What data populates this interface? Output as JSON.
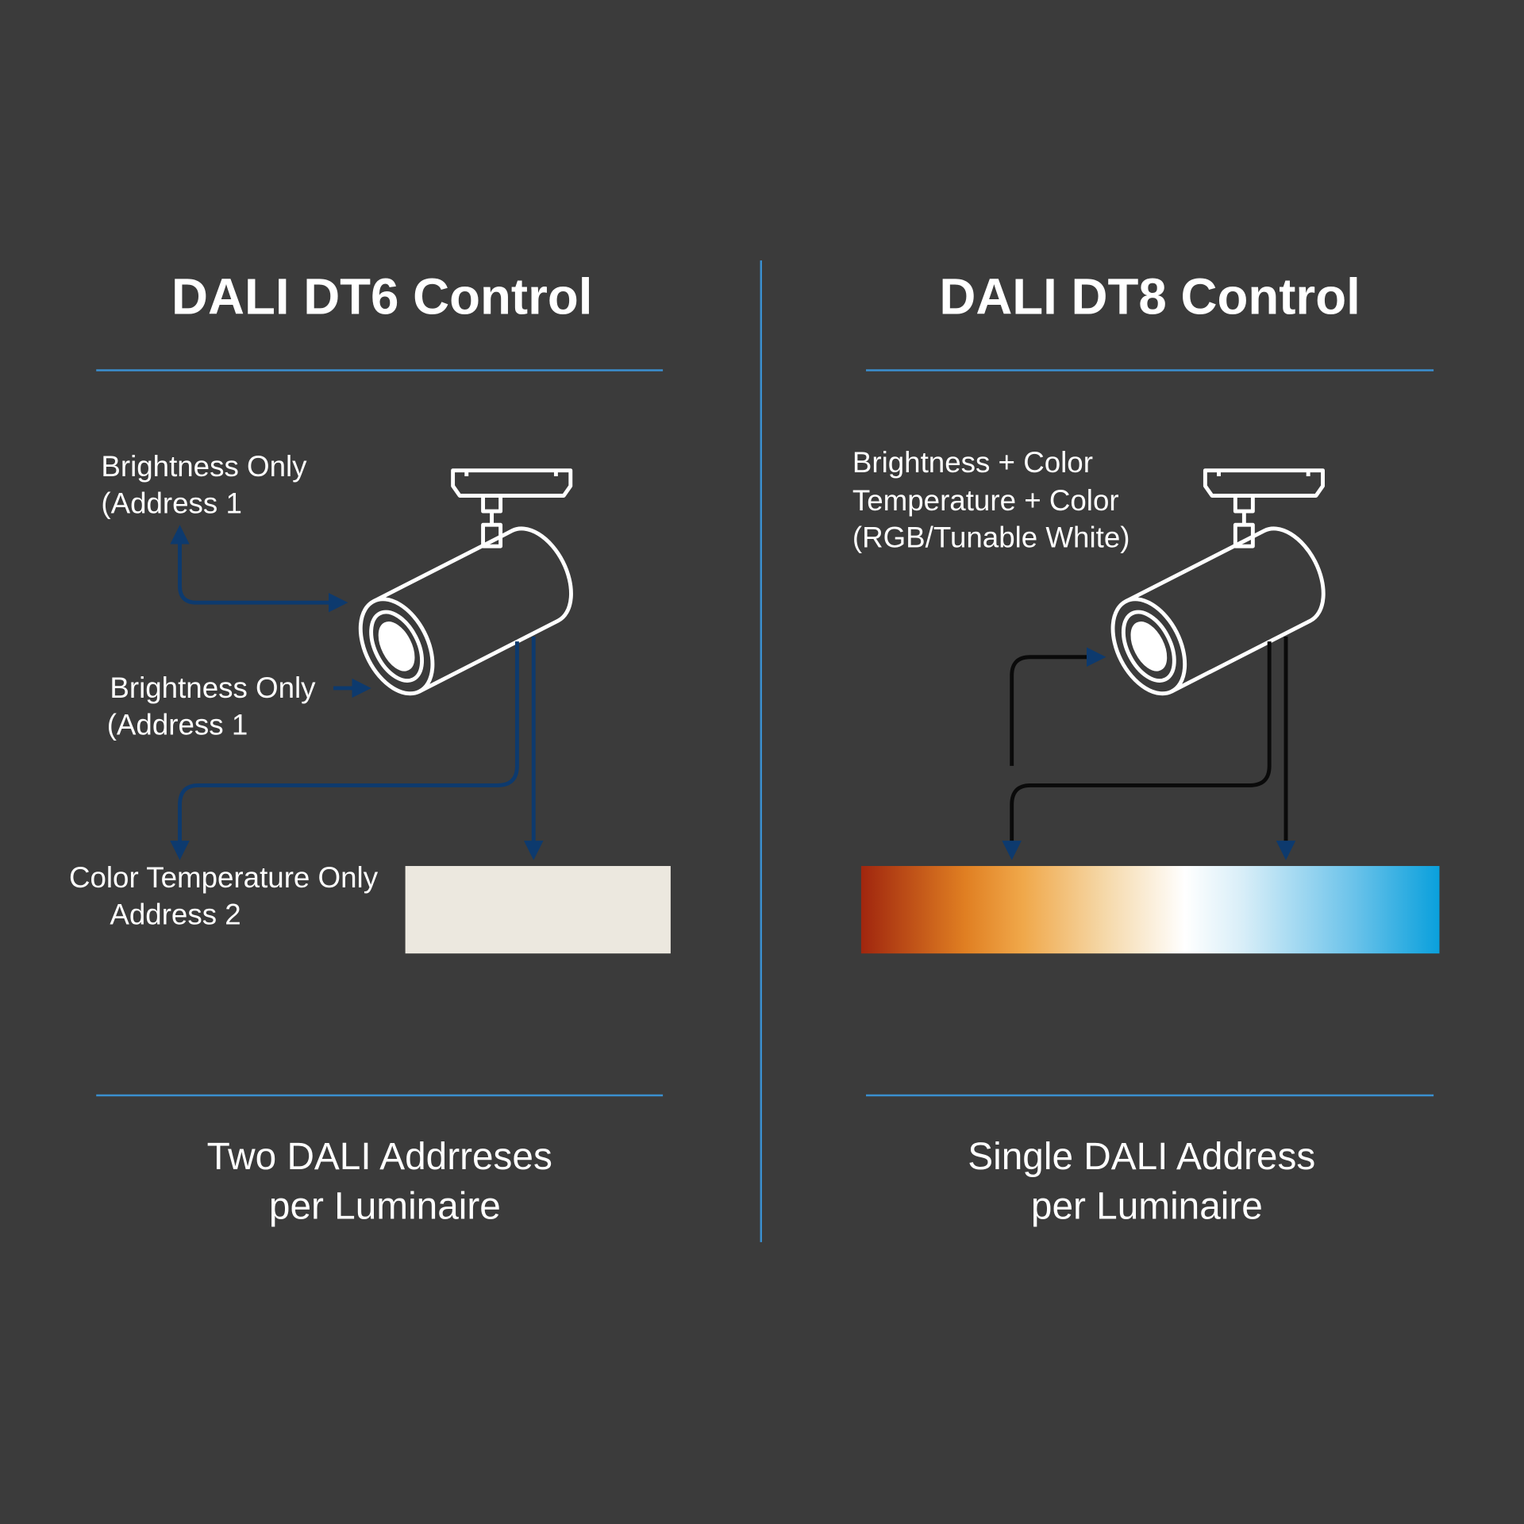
{
  "left_panel": {
    "title": "DALI DT6 Control",
    "label_top": [
      "Brightness Only",
      "(Address 1"
    ],
    "label_mid": [
      "Brightness Only",
      "(Address 1"
    ],
    "label_bottom": [
      "Color Temperature Only",
      "Address 2"
    ],
    "footer": [
      "Two DALI Addrreses",
      "per Luminaire"
    ],
    "light_color": "#ece8df"
  },
  "right_panel": {
    "title": "DALI DT8 Control",
    "label_top": [
      "Brightness + Color",
      "Temperature + Color",
      "(RGB/Tunable White)"
    ],
    "footer": [
      "Single DALI Address",
      "per Luminaire"
    ]
  },
  "colors": {
    "background": "#3b3b3b",
    "divider": "#3a8fd0",
    "arrow_blue": "#0d3a6e",
    "gradient": [
      "#a0260e",
      "#e07f22",
      "#f0a84a",
      "#f5d8a8",
      "#ffffff",
      "#d8eef8",
      "#6cc3ea",
      "#0aa0dc"
    ]
  }
}
